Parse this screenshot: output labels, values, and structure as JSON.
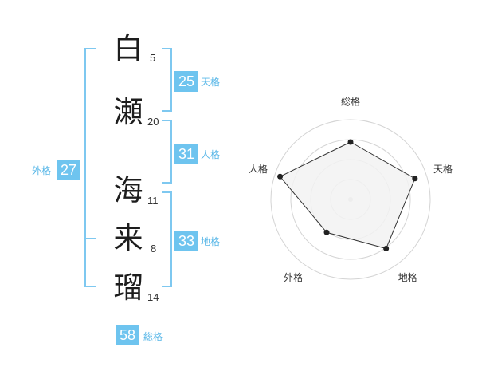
{
  "characters": [
    {
      "char": "白",
      "strokes": "5"
    },
    {
      "char": "瀬",
      "strokes": "20"
    },
    {
      "char": "海",
      "strokes": "11"
    },
    {
      "char": "来",
      "strokes": "8"
    },
    {
      "char": "瑠",
      "strokes": "14"
    }
  ],
  "kakusu": {
    "tenkaku": {
      "value": "25",
      "label": "天格"
    },
    "jinkaku": {
      "value": "31",
      "label": "人格"
    },
    "chikaku": {
      "value": "33",
      "label": "地格"
    },
    "gaikaku": {
      "value": "27",
      "label": "外格"
    },
    "soukaku": {
      "value": "58",
      "label": "総格"
    }
  },
  "colors": {
    "accent": "#6ec4ef",
    "bracket": "#7ec8f0",
    "radar_fill": "#f2f2f2",
    "radar_stroke": "#333333"
  },
  "chart_data": {
    "type": "radar",
    "axes": [
      "総格",
      "天格",
      "地格",
      "外格",
      "人格"
    ],
    "values": [
      0.72,
      0.85,
      0.76,
      0.51,
      0.93
    ],
    "range": [
      0,
      1
    ],
    "rings": 4
  }
}
